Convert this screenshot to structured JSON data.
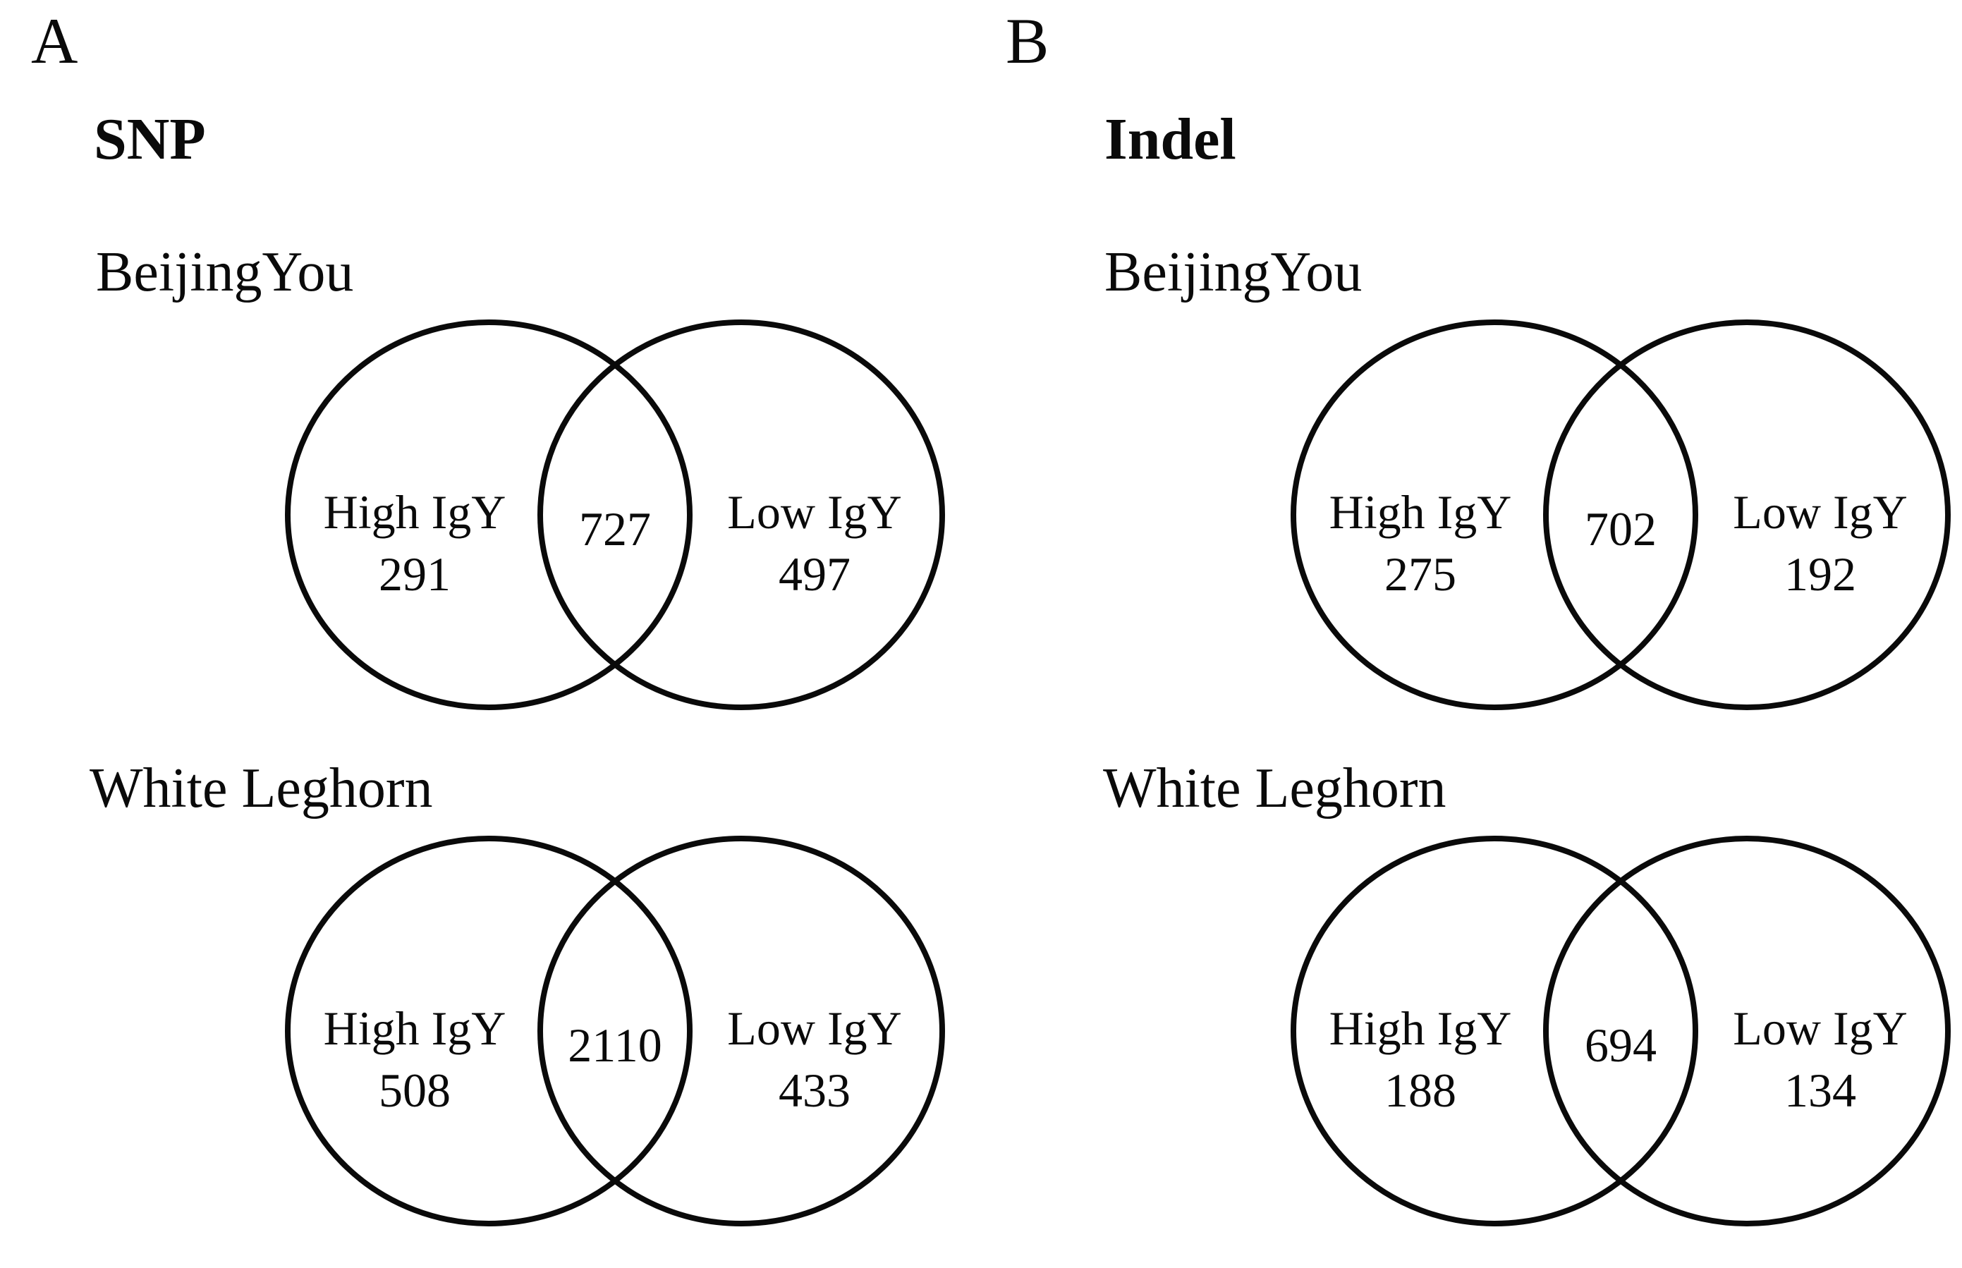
{
  "figure": {
    "background": "#ffffff",
    "ink_color": "#0a0a0a",
    "panels": [
      {
        "letter": "A",
        "heading": "SNP",
        "venns": [
          {
            "title": "BeijingYou",
            "left": {
              "label": "High IgY",
              "value": "291"
            },
            "overlap": "727",
            "right": {
              "label": "Low IgY",
              "value": "497"
            }
          },
          {
            "title": "White Leghorn",
            "left": {
              "label": "High IgY",
              "value": "508"
            },
            "overlap": "2110",
            "right": {
              "label": "Low IgY",
              "value": "433"
            }
          }
        ]
      },
      {
        "letter": "B",
        "heading": "Indel",
        "venns": [
          {
            "title": "BeijingYou",
            "left": {
              "label": "High IgY",
              "value": "275"
            },
            "overlap": "702",
            "right": {
              "label": "Low IgY",
              "value": "192"
            }
          },
          {
            "title": "White Leghorn",
            "left": {
              "label": "High IgY",
              "value": "188"
            },
            "overlap": "694",
            "right": {
              "label": "Low IgY",
              "value": "134"
            }
          }
        ]
      }
    ]
  },
  "chart_data": [
    {
      "type": "venn",
      "panel": "A",
      "variant_type": "SNP",
      "breed": "BeijingYou",
      "sets": [
        "High IgY",
        "Low IgY"
      ],
      "left_only": 291,
      "overlap": 727,
      "right_only": 497
    },
    {
      "type": "venn",
      "panel": "A",
      "variant_type": "SNP",
      "breed": "White Leghorn",
      "sets": [
        "High IgY",
        "Low IgY"
      ],
      "left_only": 508,
      "overlap": 2110,
      "right_only": 433
    },
    {
      "type": "venn",
      "panel": "B",
      "variant_type": "Indel",
      "breed": "BeijingYou",
      "sets": [
        "High IgY",
        "Low IgY"
      ],
      "left_only": 275,
      "overlap": 702,
      "right_only": 192
    },
    {
      "type": "venn",
      "panel": "B",
      "variant_type": "Indel",
      "breed": "White Leghorn",
      "sets": [
        "High IgY",
        "Low IgY"
      ],
      "left_only": 188,
      "overlap": 694,
      "right_only": 134
    }
  ]
}
